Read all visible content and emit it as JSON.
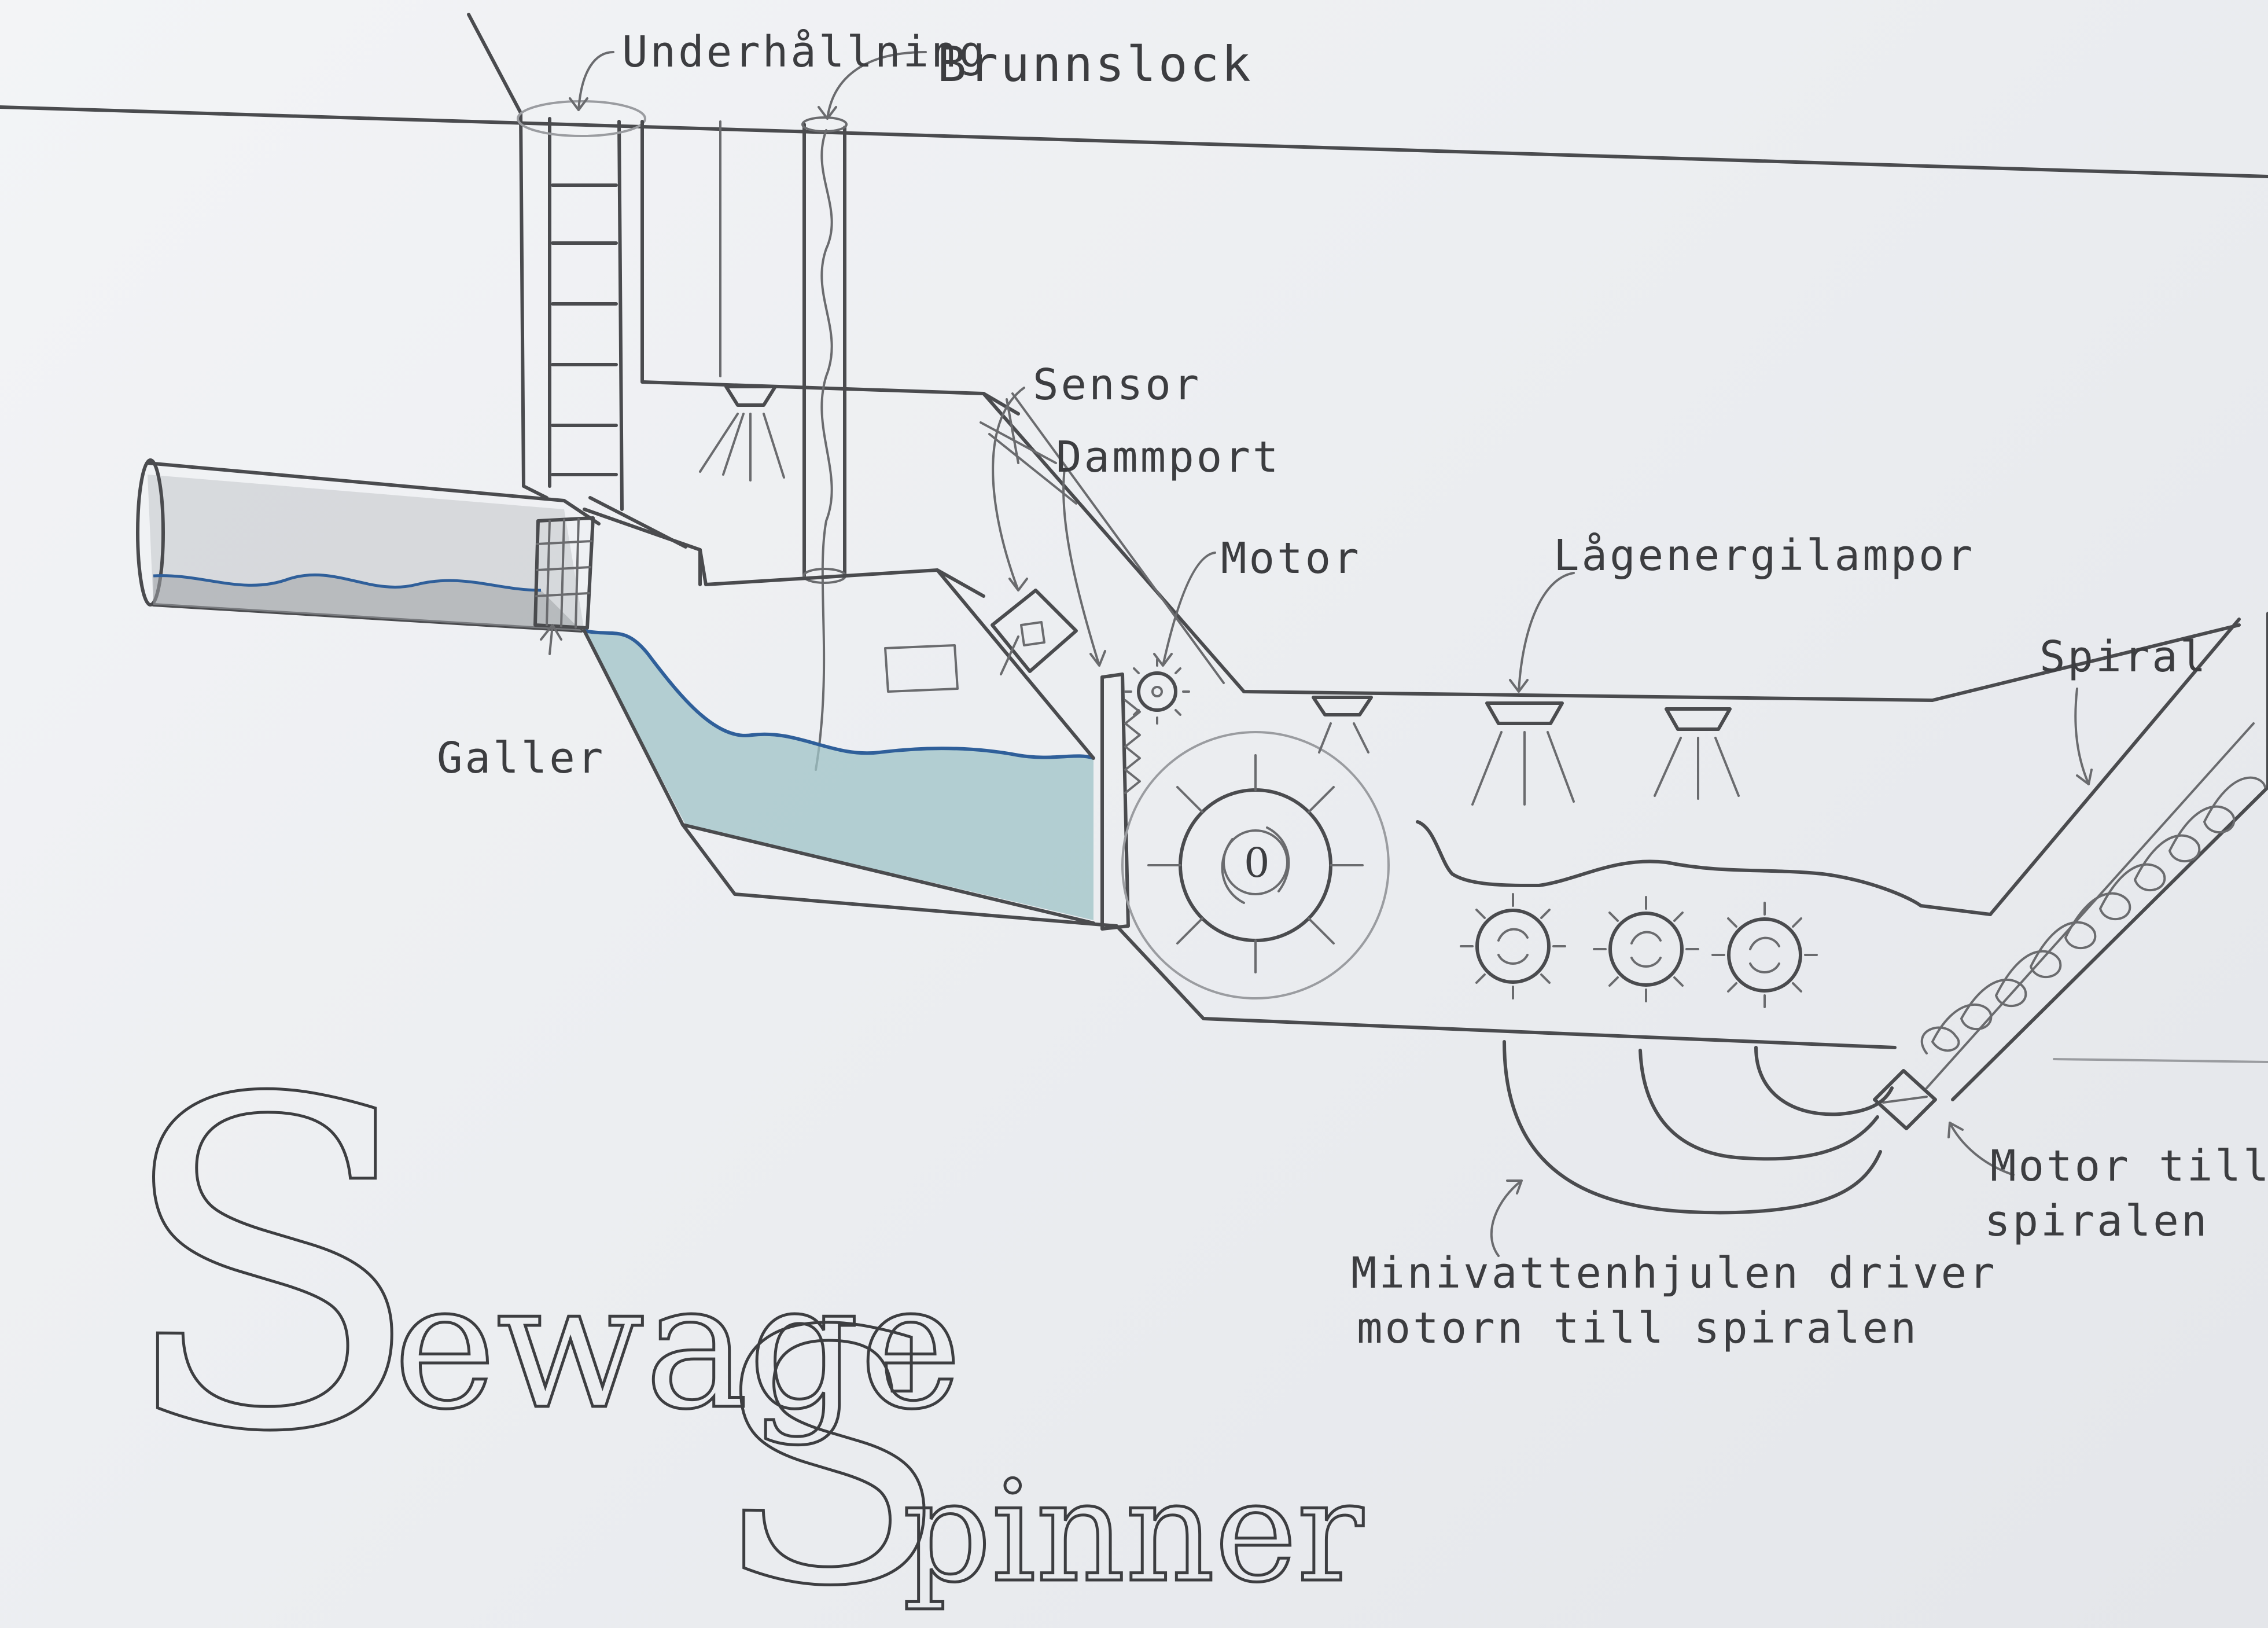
{
  "labels": {
    "underhallning": "Underhållning",
    "brunnslock": "Brunnslock",
    "sensor": "Sensor",
    "dammport": "Dammport",
    "motor": "Motor",
    "lagenergilampor": "Lågenergilampor",
    "spiral": "Spiral",
    "galler": "Galler",
    "motor_till_spiralen_1": "Motor till",
    "motor_till_spiralen_2": "spiralen",
    "minivattenhjulen_1": "Minivattenhjulen driver",
    "minivattenhjulen_2": "motorn till spiralen"
  },
  "title": {
    "word1_initial": "S",
    "word1_rest": "ewage",
    "word2_initial": "S",
    "word2_rest": "pinner"
  },
  "colors": {
    "pencil": "#4a4b4e",
    "water": "#8fb8c0",
    "water_line": "#2f5f9a",
    "pipe_shading": "#b9bcc0",
    "paper": "#eef0f2"
  }
}
